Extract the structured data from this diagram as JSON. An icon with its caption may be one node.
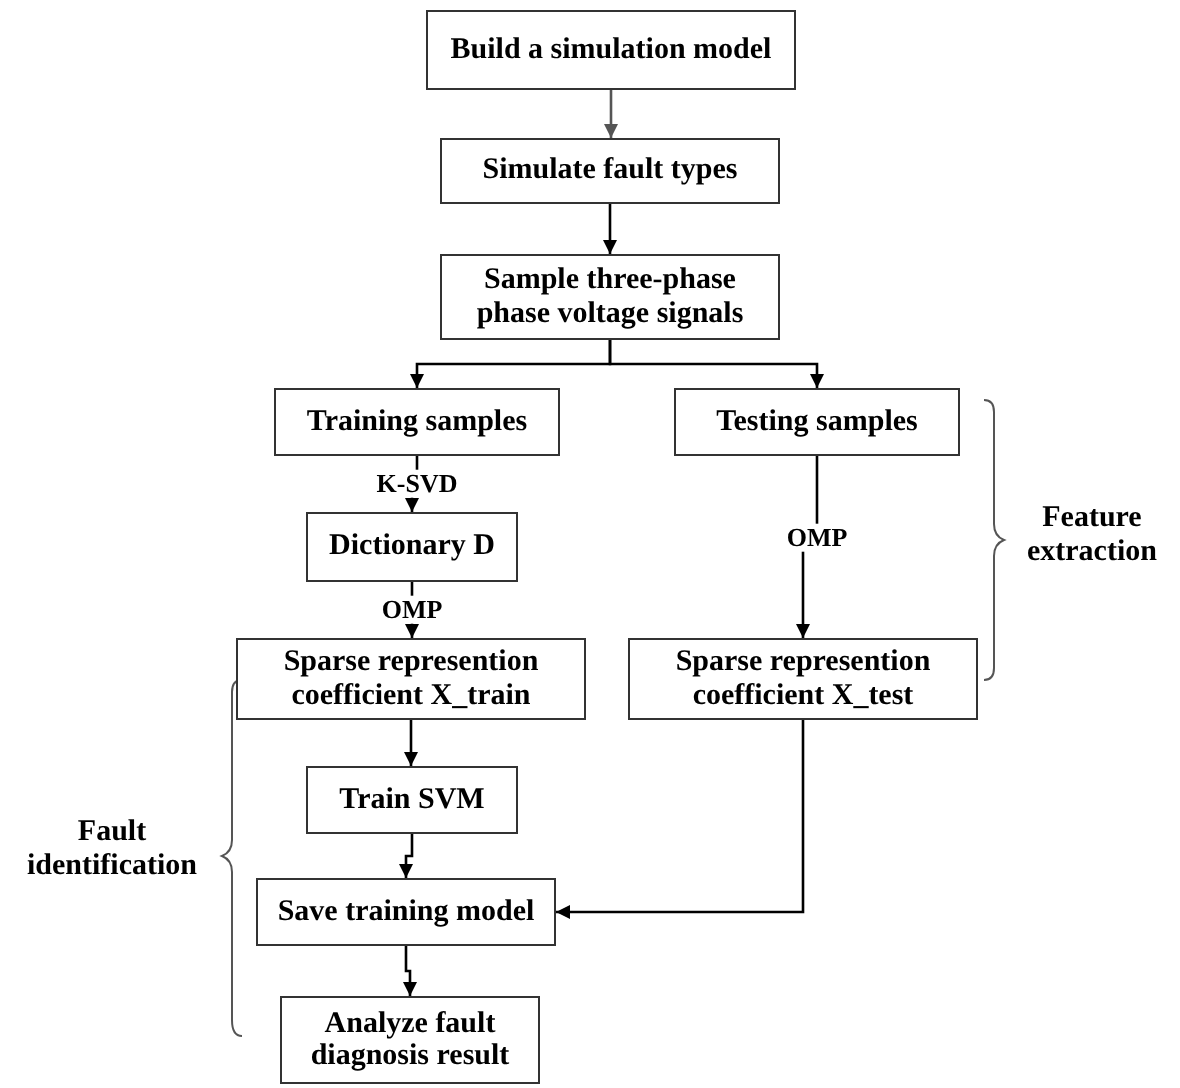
{
  "diagram": {
    "nodes": [
      {
        "text": [
          "Build a simulation model"
        ]
      },
      {
        "text": [
          "Simulate fault types"
        ]
      },
      {
        "text": [
          "Sample three-phase phase voltage signals"
        ]
      },
      {
        "text": [
          "Training samples"
        ]
      },
      {
        "text": [
          "Testing samples"
        ]
      },
      {
        "text": [
          "Dictionary D"
        ]
      },
      {
        "text": [
          "Sparse represention coefficient X_train"
        ]
      },
      {
        "text": [
          "Sparse represention coefficient X_test"
        ]
      },
      {
        "text": [
          "Train SVM"
        ]
      },
      {
        "text": [
          "Save training model"
        ]
      },
      {
        "text": [
          "Analyze fault diagnosis result"
        ]
      }
    ],
    "edges": [
      {
        "from": 0,
        "to": 1,
        "arrow": "to",
        "color": "#555555"
      },
      {
        "from": 1,
        "to": 2,
        "arrow": "to"
      },
      {
        "from": 2,
        "to": 3,
        "arrow": "to"
      },
      {
        "from": 2,
        "to": 4,
        "arrow": "to"
      },
      {
        "from": 3,
        "to": 5,
        "arrow": "to",
        "label": "K-SVD"
      },
      {
        "from": 5,
        "to": 6,
        "arrow": "to",
        "label": "OMP"
      },
      {
        "from": 4,
        "to": 7,
        "arrow": "to",
        "label": "OMP"
      },
      {
        "from": 6,
        "to": 8,
        "arrow": "to"
      },
      {
        "from": 8,
        "to": 9,
        "arrow": "to"
      },
      {
        "from": 7,
        "to": 9,
        "arrow": "to"
      },
      {
        "from": 9,
        "to": 10,
        "arrow": "to"
      }
    ],
    "labels": [
      "Feature extraction",
      "Fault identification"
    ]
  }
}
